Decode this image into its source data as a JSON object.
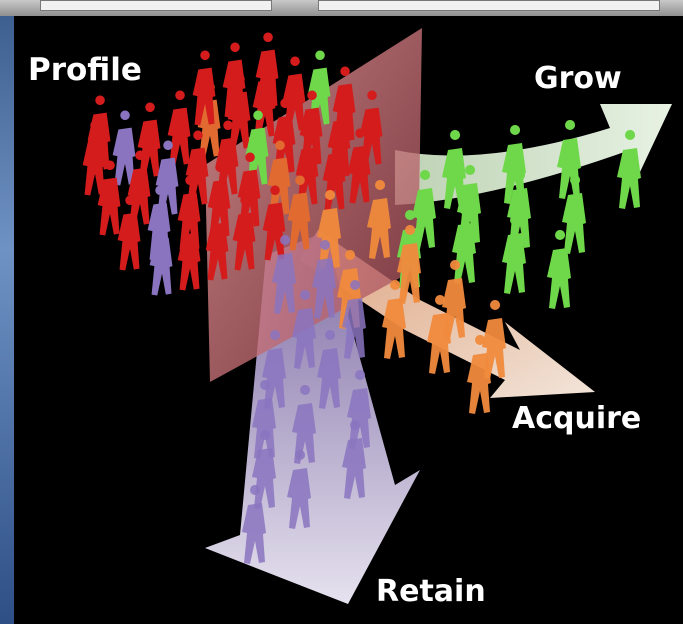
{
  "labels": {
    "profile": "Profile",
    "grow": "Grow",
    "acquire": "Acquire",
    "retain": "Retain"
  },
  "colors": {
    "background": "#000000",
    "profile": "#d41c1c",
    "grow": "#6fd84a",
    "acquire": "#f08a3c",
    "retain": "#8a74c0"
  }
}
